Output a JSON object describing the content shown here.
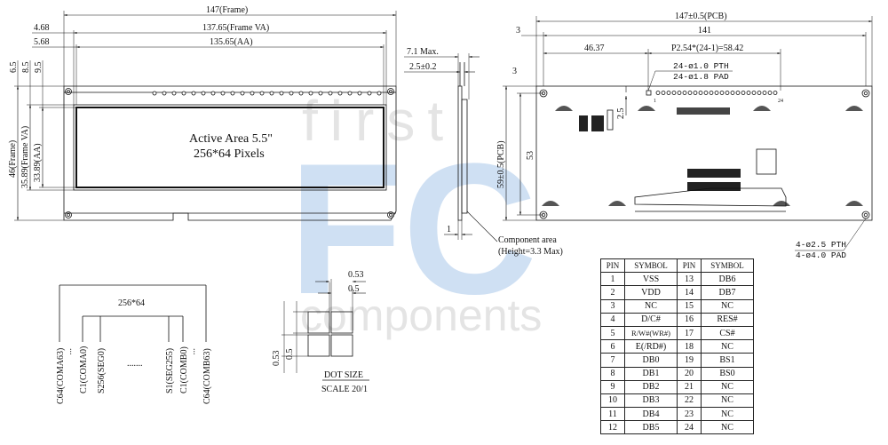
{
  "front_view": {
    "frame_width": "147(Frame)",
    "frame_va_width": "137.65(Frame VA)",
    "aa_width": "135.65(AA)",
    "offset_468": "4.68",
    "offset_568": "5.68",
    "top_65": "6.5",
    "top_85": "8.5",
    "top_95": "9.5",
    "frame_height": "46(Frame)",
    "frame_va_height": "35.89(Frame VA)",
    "aa_height": "33.89(AA)",
    "active_area": "Active Area 5.5\"",
    "pixels": "256*64 Pixels"
  },
  "side_view": {
    "max_thickness": "7.1 Max.",
    "pin_offset": "2.5±0.2",
    "pcb_thickness": "1",
    "component_area": "Component area",
    "component_height": "(Height=3.3 Max)"
  },
  "back_view": {
    "pcb_width": "147±0.5(PCB)",
    "hole_pitch": "141",
    "edge_3": "3",
    "to_pin1": "46.37",
    "pin_span": "P2.54*(24-1)=58.42",
    "pth": "24-ø1.0  PTH",
    "pad": "24-ø1.8  PAD",
    "pin_first": "1",
    "pin_last": "24",
    "pin_to_edge": "2.5",
    "pcb_height": "59±0.5(PCB)",
    "hole_v_pitch": "53",
    "edge_3_left": "3",
    "mount_pth": "4-ø2.5  PTH",
    "mount_pad": "4-ø4.0  PAD"
  },
  "scan_diagram": {
    "resolution": "256*64",
    "labels": [
      "C64(COMA63)",
      "C1(COMA0)",
      "S256(SEG0)",
      "S1(SEG255)",
      "C1(COMB0)",
      "C64(COMB63)"
    ],
    "ellipsis_v1": "...",
    "ellipsis_h": ".......",
    "ellipsis_v2": "..."
  },
  "dot_size": {
    "pitch": "0.53",
    "size": "0.5",
    "pitch_v": "0.53",
    "size_v": "0.5",
    "title": "DOT SIZE",
    "scale": "SCALE 20/1"
  },
  "watermark": {
    "word1": "first",
    "logo": "FC",
    "word2": "components"
  },
  "pin_table": {
    "headers": [
      "PIN",
      "SYMBOL",
      "PIN",
      "SYMBOL"
    ],
    "rows": [
      [
        "1",
        "VSS",
        "13",
        "DB6"
      ],
      [
        "2",
        "VDD",
        "14",
        "DB7"
      ],
      [
        "3",
        "NC",
        "15",
        "NC"
      ],
      [
        "4",
        "D/C#",
        "16",
        "RES#"
      ],
      [
        "5",
        "R/W#(WR#)",
        "17",
        "CS#"
      ],
      [
        "6",
        "E(/RD#)",
        "18",
        "NC"
      ],
      [
        "7",
        "DB0",
        "19",
        "BS1"
      ],
      [
        "8",
        "DB1",
        "20",
        "BS0"
      ],
      [
        "9",
        "DB2",
        "21",
        "NC"
      ],
      [
        "10",
        "DB3",
        "22",
        "NC"
      ],
      [
        "11",
        "DB4",
        "23",
        "NC"
      ],
      [
        "12",
        "DB5",
        "24",
        "NC"
      ]
    ]
  }
}
